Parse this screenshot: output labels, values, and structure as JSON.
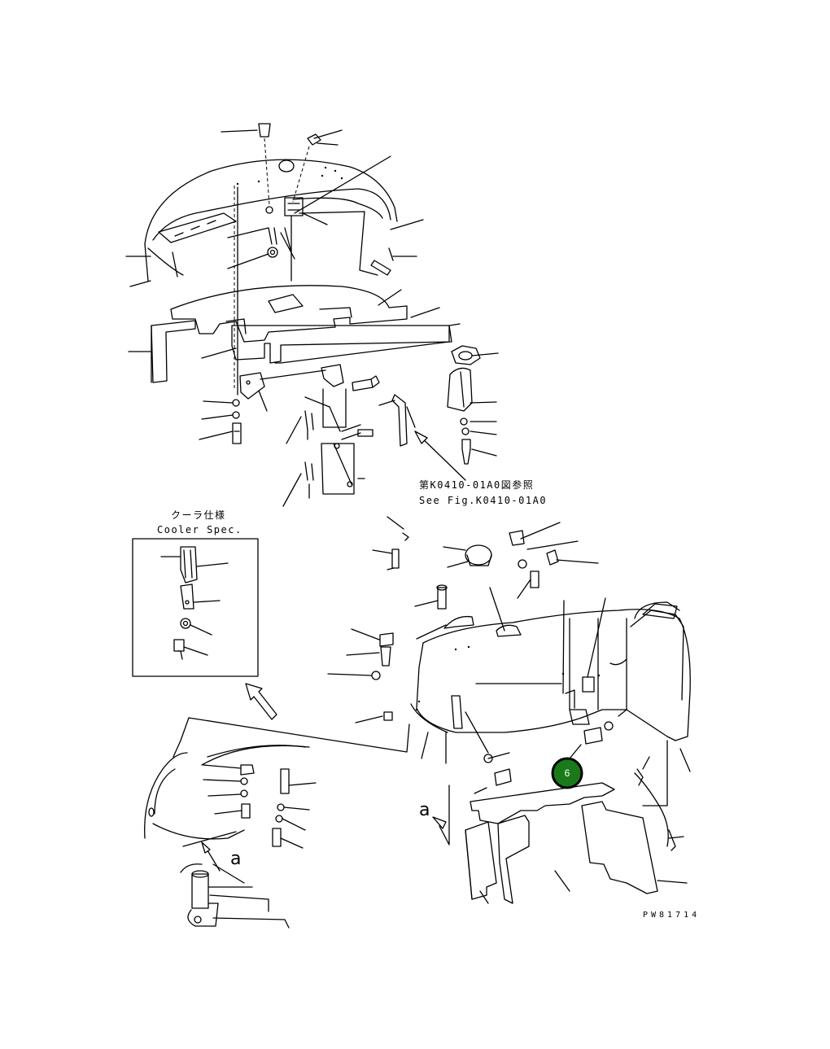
{
  "annotations": {
    "see_fig_jp": "第K0410-01A0図参照",
    "see_fig_en": "See Fig.K0410-01A0",
    "cooler_jp": "クーラ仕様",
    "cooler_en": "Cooler Spec.",
    "view_a_main": "a",
    "view_a_detail": "a",
    "drawing_number": "PW81714"
  },
  "callout": {
    "number": "6",
    "fill_color": "#1a7a1a",
    "ring_color": "#000000"
  },
  "colors": {
    "line": "#000000",
    "background": "#ffffff"
  }
}
